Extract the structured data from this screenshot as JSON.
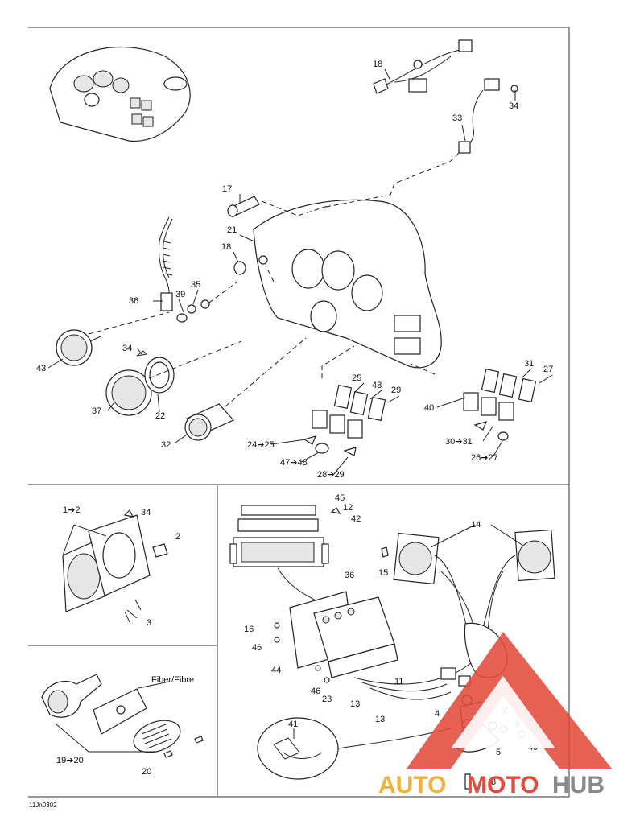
{
  "diagram_code": "11Jn0302",
  "sections": {
    "top": {
      "callouts": [
        "18",
        "34",
        "33",
        "17",
        "21",
        "18",
        "38",
        "39",
        "35",
        "34",
        "43",
        "37",
        "22",
        "32",
        "25",
        "48",
        "29",
        "24➔25",
        "47➔48",
        "28➔29",
        "31",
        "27",
        "40",
        "30➔31",
        "26➔27"
      ]
    },
    "middle_left": {
      "callouts": [
        "1➔2",
        "34",
        "2",
        "3"
      ]
    },
    "bottom_left": {
      "annotation": "Fiber/Fibre",
      "callouts": [
        "19➔20",
        "20"
      ]
    },
    "radio": {
      "callouts": [
        "45",
        "12",
        "42",
        "36",
        "14",
        "15",
        "16",
        "46",
        "44",
        "46",
        "23",
        "11",
        "13",
        "13",
        "4",
        "10",
        "9",
        "7",
        "6",
        "5",
        "49",
        "8",
        "41"
      ]
    }
  },
  "watermark": {
    "part1": "AUTO",
    "part2": "MOTO",
    "part3": "HUB",
    "colors": {
      "auto": "#f0b23c",
      "moto": "#e24a3b",
      "hub": "#8a8a8a",
      "triangle": "#e24a3b"
    }
  }
}
